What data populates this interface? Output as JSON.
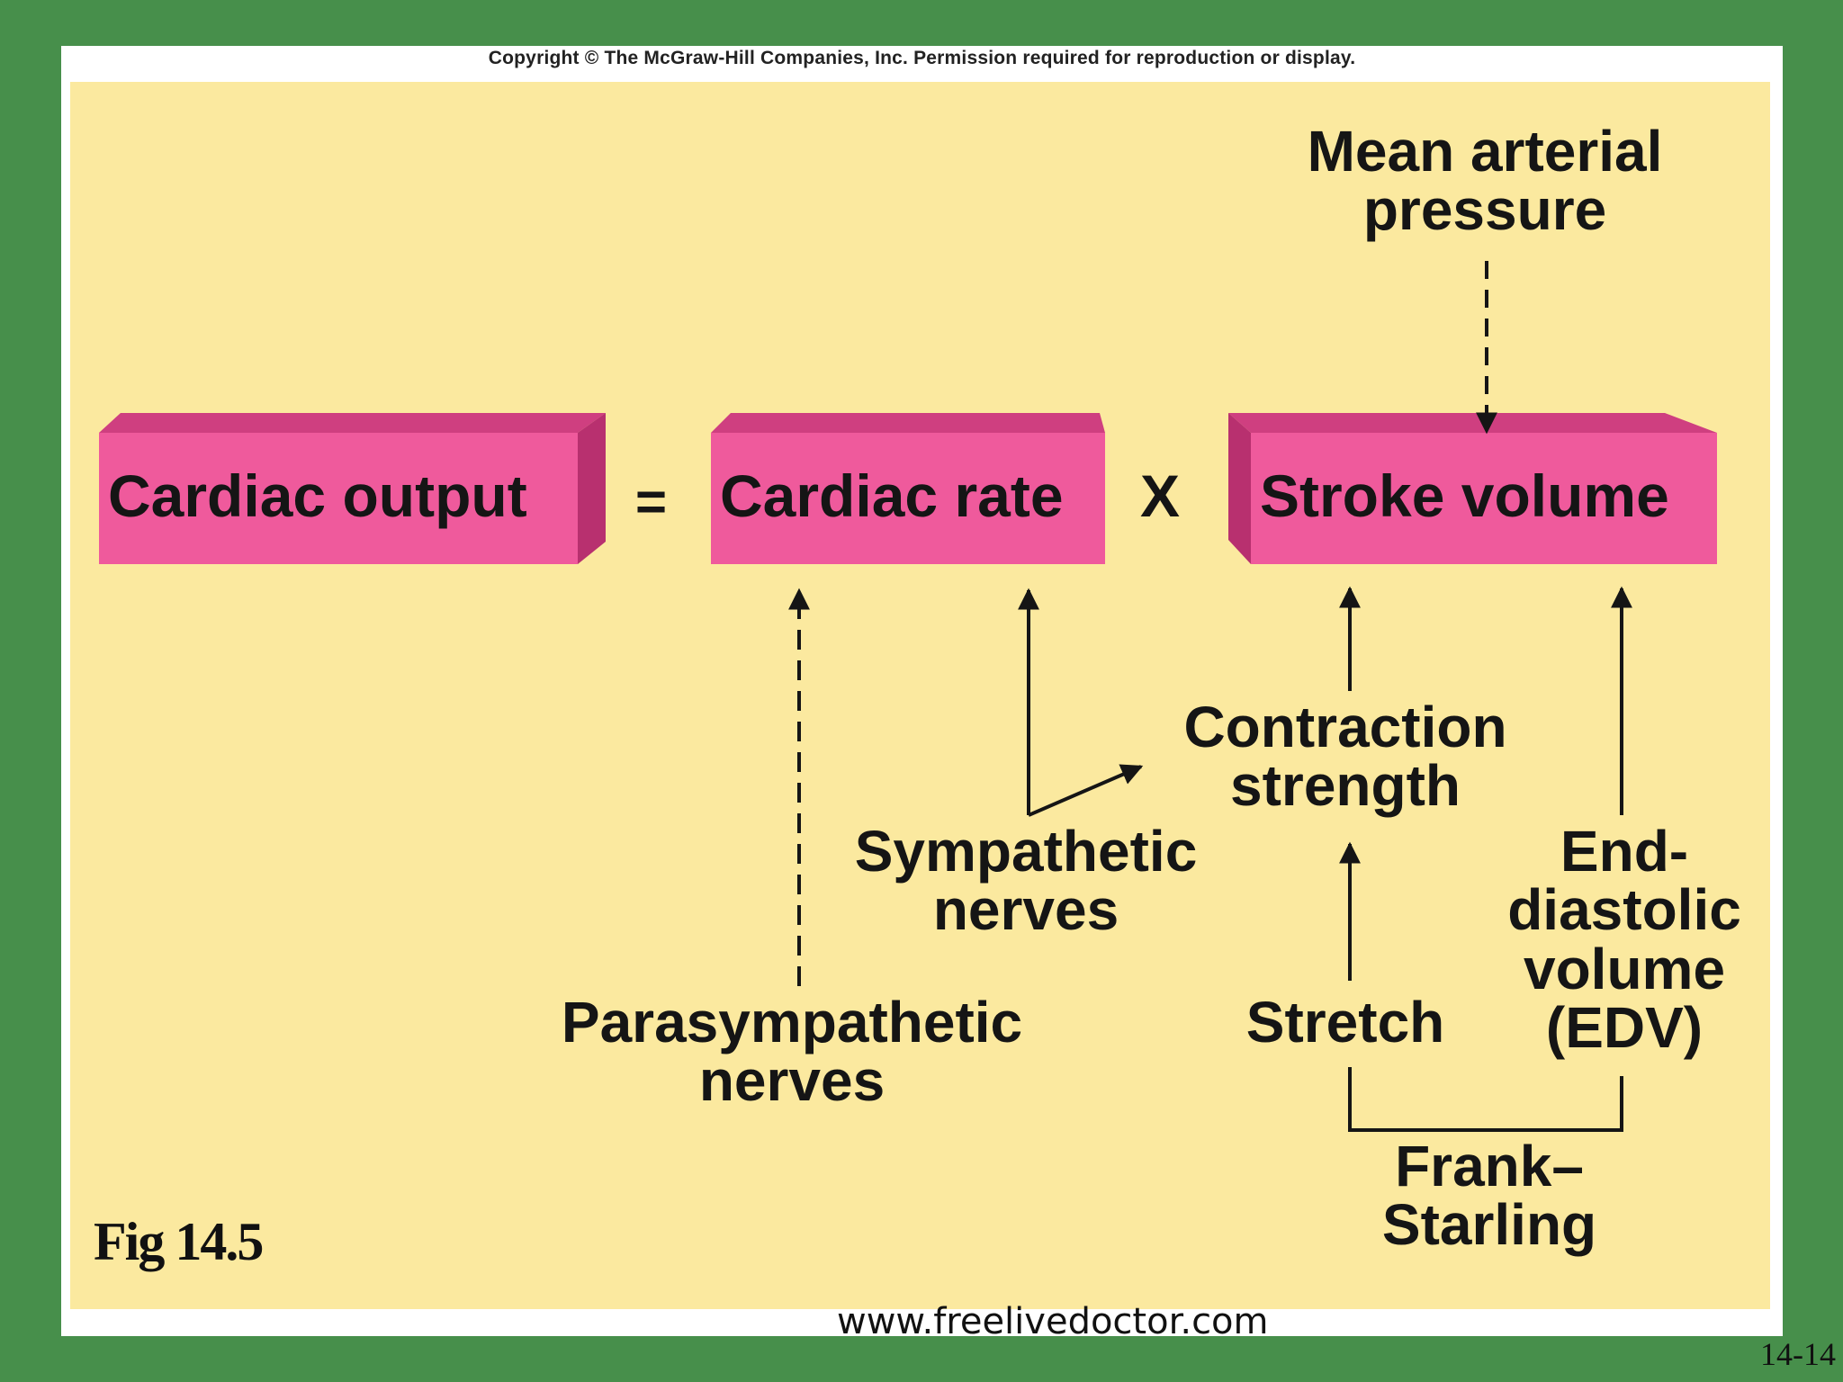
{
  "copyright": "Copyright © The McGraw-Hill Companies, Inc. Permission required for reproduction or display.",
  "boxes": {
    "cardiac_output": "Cardiac output",
    "cardiac_rate": "Cardiac rate",
    "stroke_volume": "Stroke volume"
  },
  "operators": {
    "equals": "=",
    "times": "X"
  },
  "nodes": {
    "mean_arterial_pressure": "Mean arterial\npressure",
    "contraction_strength": "Contraction\nstrength",
    "sympathetic_nerves": "Sympathetic\nnerves",
    "parasympathetic_nerves": "Parasympathetic\nnerves",
    "stretch": "Stretch",
    "edv": "End-\ndiastolic\nvolume\n(EDV)",
    "frank_starling": "Frank–\nStarling"
  },
  "fig_caption": "Fig 14.5",
  "website": "www.freelivedoctor.com",
  "page_number": "14-14",
  "colors": {
    "background": "#478f4b",
    "panel": "#fbe99f",
    "box_face": "#ef5a9c",
    "box_top": "#cf3f80",
    "box_side": "#b8306f",
    "text": "#151515"
  }
}
